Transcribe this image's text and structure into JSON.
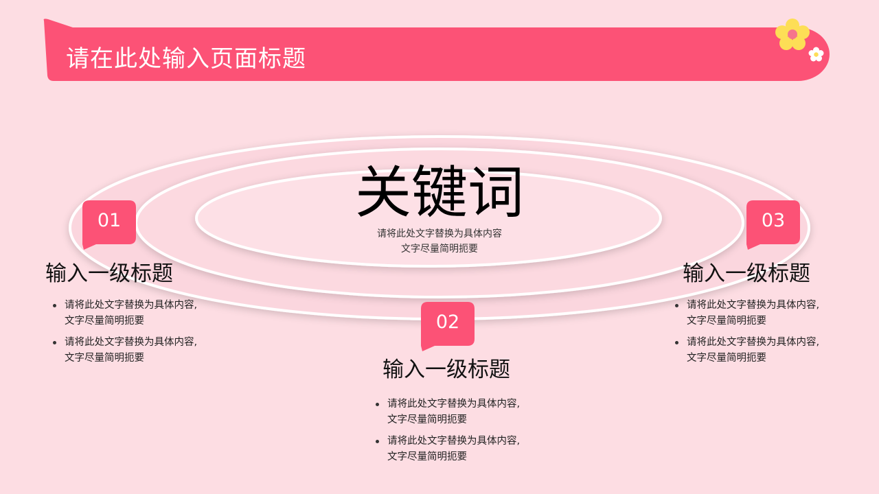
{
  "header": {
    "title": "请在此处输入页面标题"
  },
  "center": {
    "keyword": "关键词",
    "desc_line1": "请将此处文字替换为具体内容",
    "desc_line2": "文字尽量简明扼要"
  },
  "sections": [
    {
      "number": "01",
      "heading": "输入一级标题",
      "bullets": [
        {
          "line1": "请将此处文字替换为具体内容,",
          "line2": "文字尽量简明扼要"
        },
        {
          "line1": "请将此处文字替换为具体内容,",
          "line2": "文字尽量简明扼要"
        }
      ]
    },
    {
      "number": "02",
      "heading": "输入一级标题",
      "bullets": [
        {
          "line1": "请将此处文字替换为具体内容,",
          "line2": "文字尽量简明扼要"
        },
        {
          "line1": "请将此处文字替换为具体内容,",
          "line2": "文字尽量简明扼要"
        }
      ]
    },
    {
      "number": "03",
      "heading": "输入一级标题",
      "bullets": [
        {
          "line1": "请将此处文字替换为具体内容,",
          "line2": "文字尽量简明扼要"
        },
        {
          "line1": "请将此处文字替换为具体内容,",
          "line2": "文字尽量简明扼要"
        }
      ]
    }
  ],
  "colors": {
    "background": "#fddde3",
    "accent": "#fc5276",
    "flower_petal": "#fdde56",
    "flower_center": "#f6748c"
  },
  "icons": {
    "decoration_large": "flower-icon",
    "decoration_small": "flower-icon"
  }
}
